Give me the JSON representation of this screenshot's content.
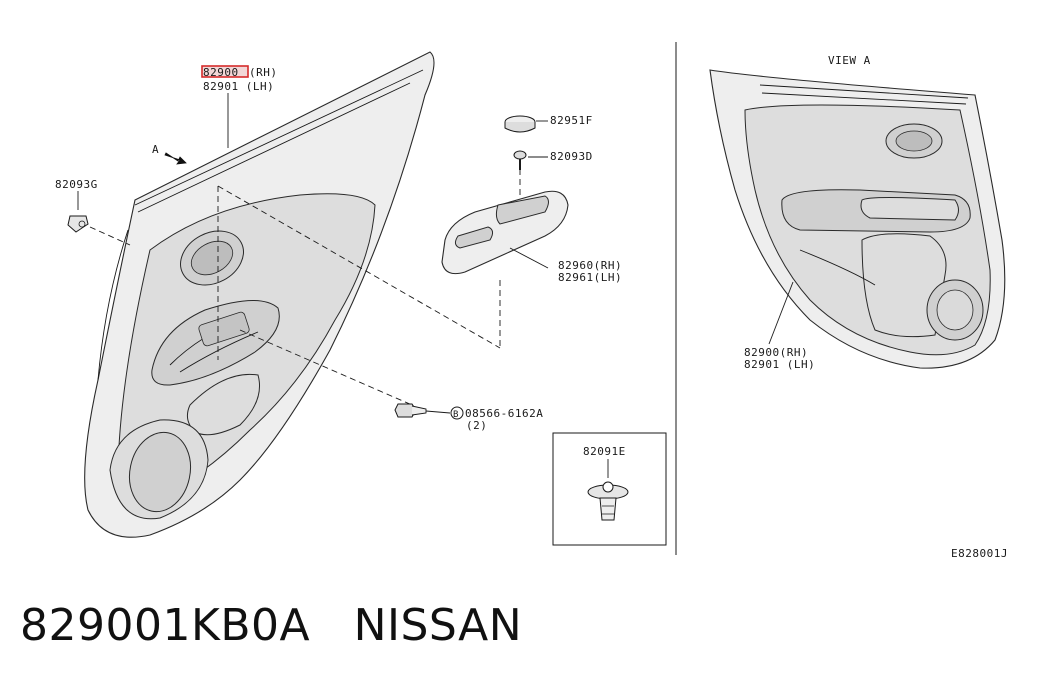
{
  "labels": {
    "trim_rh_highlighted": "82900",
    "trim_rh_suffix": "(RH)",
    "trim_lh": "82901 (LH)",
    "arrow_a": "A",
    "clip_left": "82093G",
    "cap": "82951F",
    "screw": "82093D",
    "finisher_rh": "82960(RH)",
    "finisher_lh": "82961(LH)",
    "bolt_prefix": "B",
    "bolt": "08566-6162A",
    "bolt_qty": "(2)",
    "clip_box": "82091E",
    "view_title": "VIEW A",
    "view_trim_rh": "82900(RH)",
    "view_trim_lh": "82901 (LH)",
    "diagram_code": "E828001J"
  },
  "caption": {
    "part_number": "829001KB0A",
    "brand": "NISSAN"
  },
  "colors": {
    "highlight": "#d52b2b"
  }
}
